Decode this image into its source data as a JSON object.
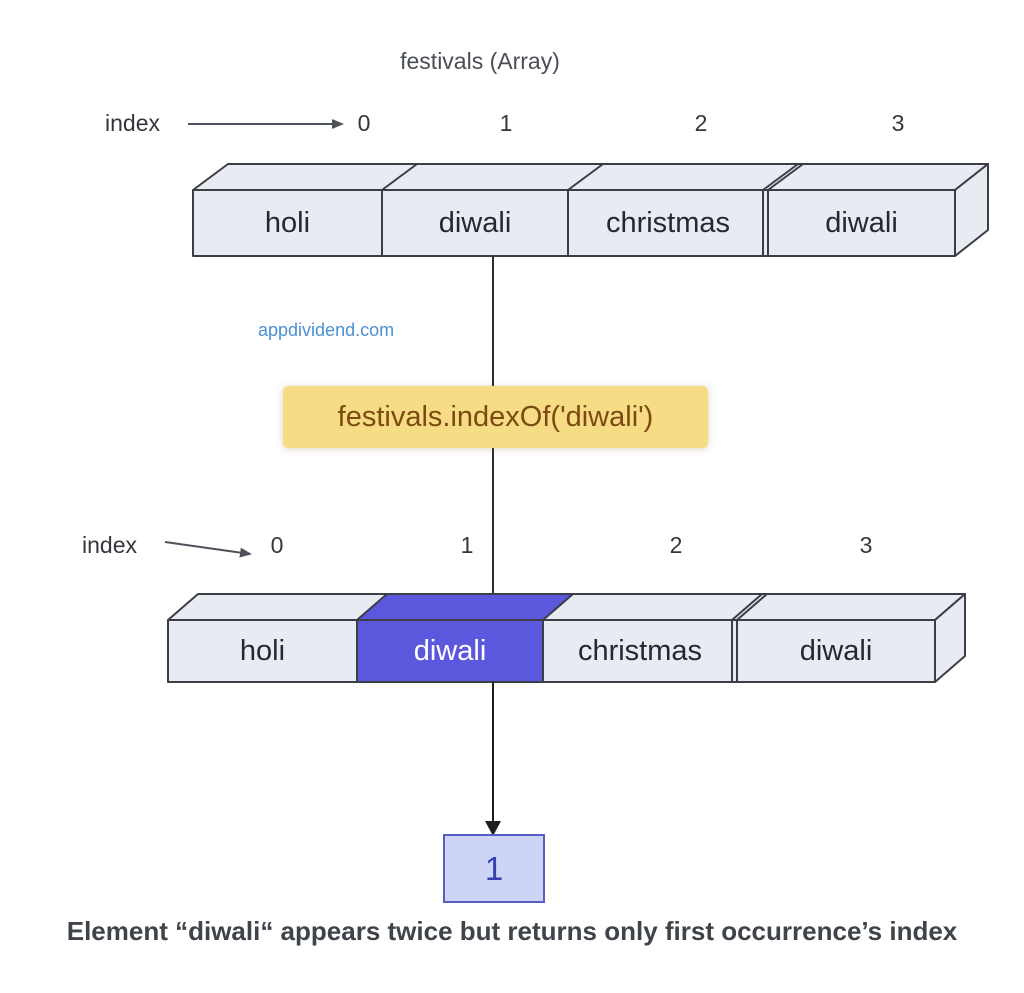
{
  "title": "festivals (Array)",
  "watermark": "appdividend.com",
  "operation": "festivals.indexOf('diwali')",
  "result_value": "1",
  "caption": "Element “diwali“ appears twice but returns only first occurrence’s index",
  "top_array": {
    "index_label": "index",
    "indices": [
      "0",
      "1",
      "2",
      "3"
    ],
    "cells": [
      "holi",
      "diwali",
      "christmas",
      "diwali"
    ]
  },
  "bottom_array": {
    "index_label": "index",
    "indices": [
      "0",
      "1",
      "2",
      "3"
    ],
    "cells": [
      "holi",
      "diwali",
      "christmas",
      "diwali"
    ],
    "highlighted_cell": "diwali",
    "highlighted_index": 1
  },
  "colors": {
    "cell_fill": "#e9ebf3",
    "cell_stroke": "#3b3e44",
    "highlight_blue": "#5b58dd",
    "operation_bg": "#f6dd85",
    "operation_text": "#7c4a10",
    "watermark_link": "#4b90d2",
    "result_fill": "#cdd4f6",
    "result_border": "#565ec2",
    "result_text": "#3640b4"
  }
}
